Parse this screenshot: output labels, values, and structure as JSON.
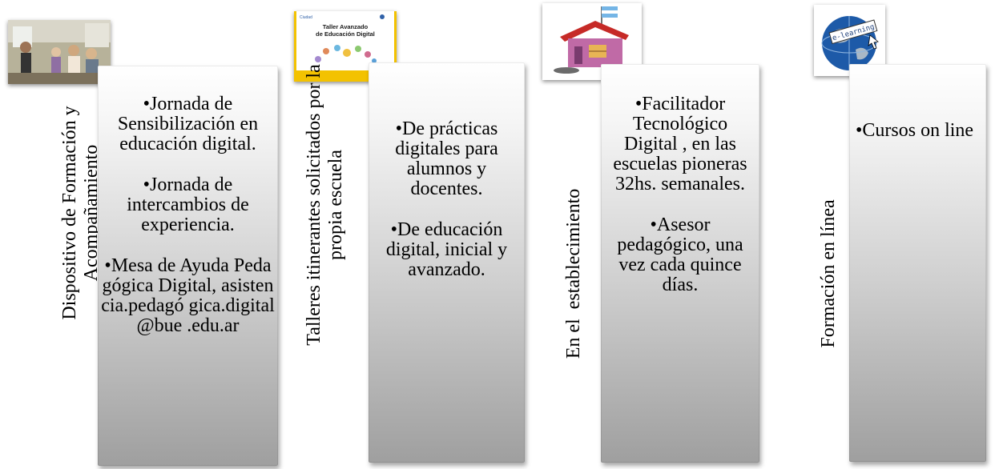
{
  "columns": [
    {
      "label_lines": [
        "Dispositivo de Formación y",
        "Acompañamiento"
      ],
      "image": "classroom-photo",
      "bullets": [
        "•Jornada de Sensibilización en educación digital.",
        "•Jornada de intercambios de experiencia.",
        "•Mesa de Ayuda Pedagógica Digital, asistencia.pedagó gica.digital@bue .edu.ar"
      ]
    },
    {
      "label_lines": [
        "Talleres  itinerantes solicitados por la",
        "propia escuela"
      ],
      "image": "taller-cover",
      "image_text": {
        "title_line1": "Taller Avanzado",
        "title_line2": "de Educación Digital"
      },
      "bullets": [
        "•De prácticas digitales para alumnos y docentes.",
        "•De educación digital, inicial y avanzado."
      ]
    },
    {
      "label_lines": [
        "En el  establecimiento"
      ],
      "image": "school-house-drawing",
      "bullets": [
        "•Facilitador Tecnológico Digital , en las escuelas pioneras 32hs. semanales.",
        "•Asesor pedagógico, una vez cada quince días."
      ]
    },
    {
      "label_lines": [
        "Formación en línea"
      ],
      "image": "globe-elearning",
      "image_text": {
        "tag": "e-learning"
      },
      "bullets": [
        "•Cursos on line"
      ]
    }
  ],
  "colors": {
    "card_top": "#ffffff",
    "card_bottom": "#9f9f9f",
    "text": "#000000",
    "taller_cover_yellow": "#f3c200",
    "globe_blue": "#1d5aa8",
    "house_pink": "#c06aa6",
    "roof_red": "#c62a27"
  }
}
